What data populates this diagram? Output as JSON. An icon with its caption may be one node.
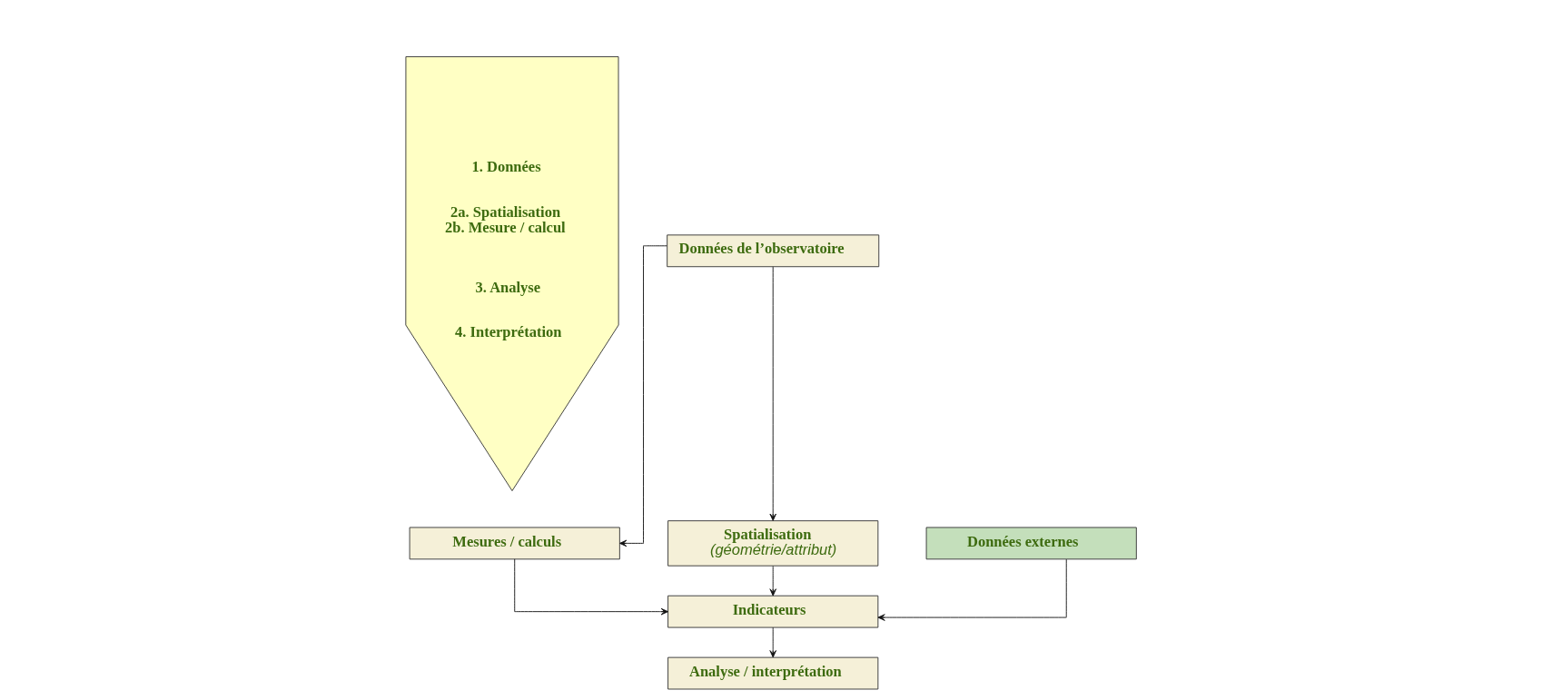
{
  "diagram": {
    "nodes": [
      {
        "text": [
          "1. Données",
          "2a. Spatialisation",
          "2b. Mesure / calcul",
          "3. Analyse",
          "4. Interprétation"
        ]
      },
      {
        "text": [
          "Données de l’observatoire"
        ]
      },
      {
        "text": [
          "Mesures / calculs"
        ]
      },
      {
        "text": [
          "Spatialisation",
          "(géométrie/attribut)"
        ]
      },
      {
        "text": [
          "Données externes"
        ]
      },
      {
        "text": [
          "Indicateurs"
        ]
      },
      {
        "text": [
          "Analyse / interprétation"
        ]
      }
    ],
    "edges": [
      {
        "from": 1,
        "to": 2,
        "arrow": "to"
      },
      {
        "from": 1,
        "to": 3,
        "arrow": "to"
      },
      {
        "from": 2,
        "to": 5,
        "arrow": "to"
      },
      {
        "from": 3,
        "to": 5,
        "arrow": "to"
      },
      {
        "from": 4,
        "to": 5,
        "arrow": "to"
      },
      {
        "from": 5,
        "to": 6,
        "arrow": "to"
      }
    ]
  }
}
